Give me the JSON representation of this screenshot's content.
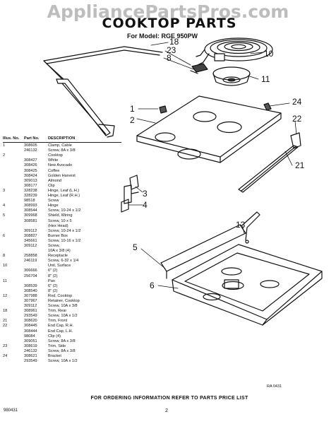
{
  "watermark": "AppliancePartsPros.com",
  "title": "COOKTOP PARTS",
  "model_line": "For Model: RGE 950PW",
  "callouts": [
    "18",
    "23",
    "8",
    "10",
    "11",
    "1",
    "2",
    "24",
    "22",
    "21",
    "3",
    "4",
    "13",
    "5",
    "6"
  ],
  "legend": {
    "headers": [
      "Illus. No.",
      "Part No.",
      "DESCRIPTION"
    ],
    "rows": [
      [
        "1",
        "308605",
        "Clamp, Cable"
      ],
      [
        "",
        "246132",
        "Screw, 8A x 3/8"
      ],
      [
        "2",
        "",
        "Cooktop"
      ],
      [
        "",
        "308427",
        "White"
      ],
      [
        "",
        "308426",
        "New Avocado"
      ],
      [
        "",
        "308425",
        "Coffee"
      ],
      [
        "",
        "308424",
        "Golden Harvest"
      ],
      [
        "",
        "309013",
        "Almond"
      ],
      [
        "",
        "308177",
        "Clip"
      ],
      [
        "3",
        "328238",
        "Hinge, Leaf (L.H.)"
      ],
      [
        "",
        "328239",
        "Hinge, Leaf (R.H.)"
      ],
      [
        "",
        "98518",
        "Screw"
      ],
      [
        "4",
        "308993",
        "Hinge"
      ],
      [
        "",
        "308544",
        "Screw, 10-24 x 1/2"
      ],
      [
        "5",
        "309968",
        "Shield, Wiring"
      ],
      [
        "",
        "308581",
        "Screw, 10 x 5"
      ],
      [
        "",
        "",
        "(Hex Head)"
      ],
      [
        "",
        "309112",
        "Screw, 10-24 x 1/2"
      ],
      [
        "6",
        "308827",
        "Burner Box"
      ],
      [
        "",
        "345661",
        "Screw, 10-16 x 1/2"
      ],
      [
        "",
        "309112",
        "Screw,"
      ],
      [
        "",
        "",
        "10A x 3/8 (4)"
      ],
      [
        "8",
        "258858",
        "Receptacle"
      ],
      [
        "",
        "246119",
        "Screw, 6-32 x 1/4"
      ],
      [
        "10",
        "",
        "Unit, Surface"
      ],
      [
        "",
        "306666",
        "6\" (2)"
      ],
      [
        "",
        "256704",
        "8\" (2)"
      ],
      [
        "11",
        "",
        "Pan"
      ],
      [
        "",
        "308539",
        "6\" (2)"
      ],
      [
        "",
        "308540",
        "8\" (2)"
      ],
      [
        "12",
        "307988",
        "Rod, Cooktop"
      ],
      [
        "",
        "307967",
        "Retainer, Cooktop"
      ],
      [
        "",
        "309112",
        "Screw, 10A x 3/8"
      ],
      [
        "18",
        "308961",
        "Trim, Rear"
      ],
      [
        "",
        "293549",
        "Screw, 10A x 1/2"
      ],
      [
        "21",
        "308620",
        "Trim, Front"
      ],
      [
        "22",
        "308445",
        "End Cap, R.H."
      ],
      [
        "",
        "308444",
        "End Cap, L.H."
      ],
      [
        "",
        "98084",
        "Clip (4)"
      ],
      [
        "",
        "309051",
        "Screw, 8A x 3/8"
      ],
      [
        "23",
        "308619",
        "Trim, Side"
      ],
      [
        "",
        "246132",
        "Screw, 8A x 3/8"
      ],
      [
        "24",
        "308621",
        "Bracket"
      ],
      [
        "",
        "293549",
        "Screw, 10A x 1/2"
      ]
    ]
  },
  "ordering_info": "FOR ORDERING INFORMATION REFER TO PARTS PRICE LIST",
  "code_right": "RA 0431",
  "code_left": "980431",
  "page_number": "2"
}
